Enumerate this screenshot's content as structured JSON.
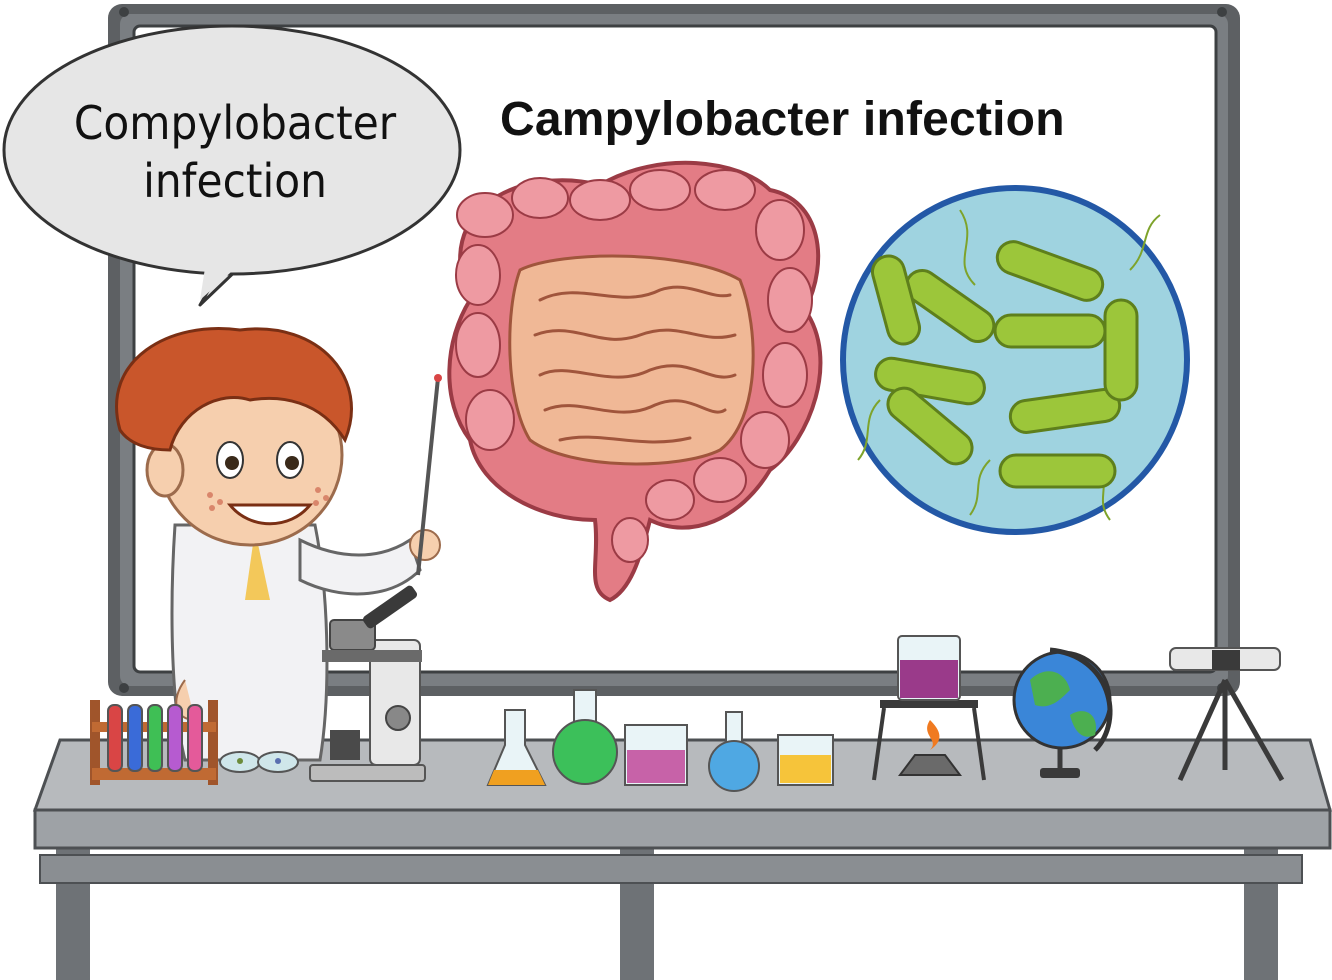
{
  "board": {
    "title": "Campylobacter infection"
  },
  "speech_bubble": {
    "line1": "Compylobacter",
    "line2": "infection"
  },
  "colors": {
    "board_frame": "#5d6063",
    "board_surface": "#ffffff",
    "table_top": "#9ea2a6",
    "intestine_large": "#d9646f",
    "intestine_small": "#eba88a",
    "bacteria_circle": "#9fd3e0",
    "bacteria_ring": "#2358a6",
    "bacteria": "#9cc63a",
    "hair": "#c9562b",
    "lab_coat": "#f2f2f4"
  },
  "icons": [
    "intestine-illustration",
    "bacteria-magnified-icon",
    "microscope-icon",
    "test-tube-rack-icon",
    "petri-dish-icon",
    "flask-icon",
    "beaker-icon",
    "bunsen-burner-icon",
    "globe-icon",
    "telescope-icon"
  ]
}
